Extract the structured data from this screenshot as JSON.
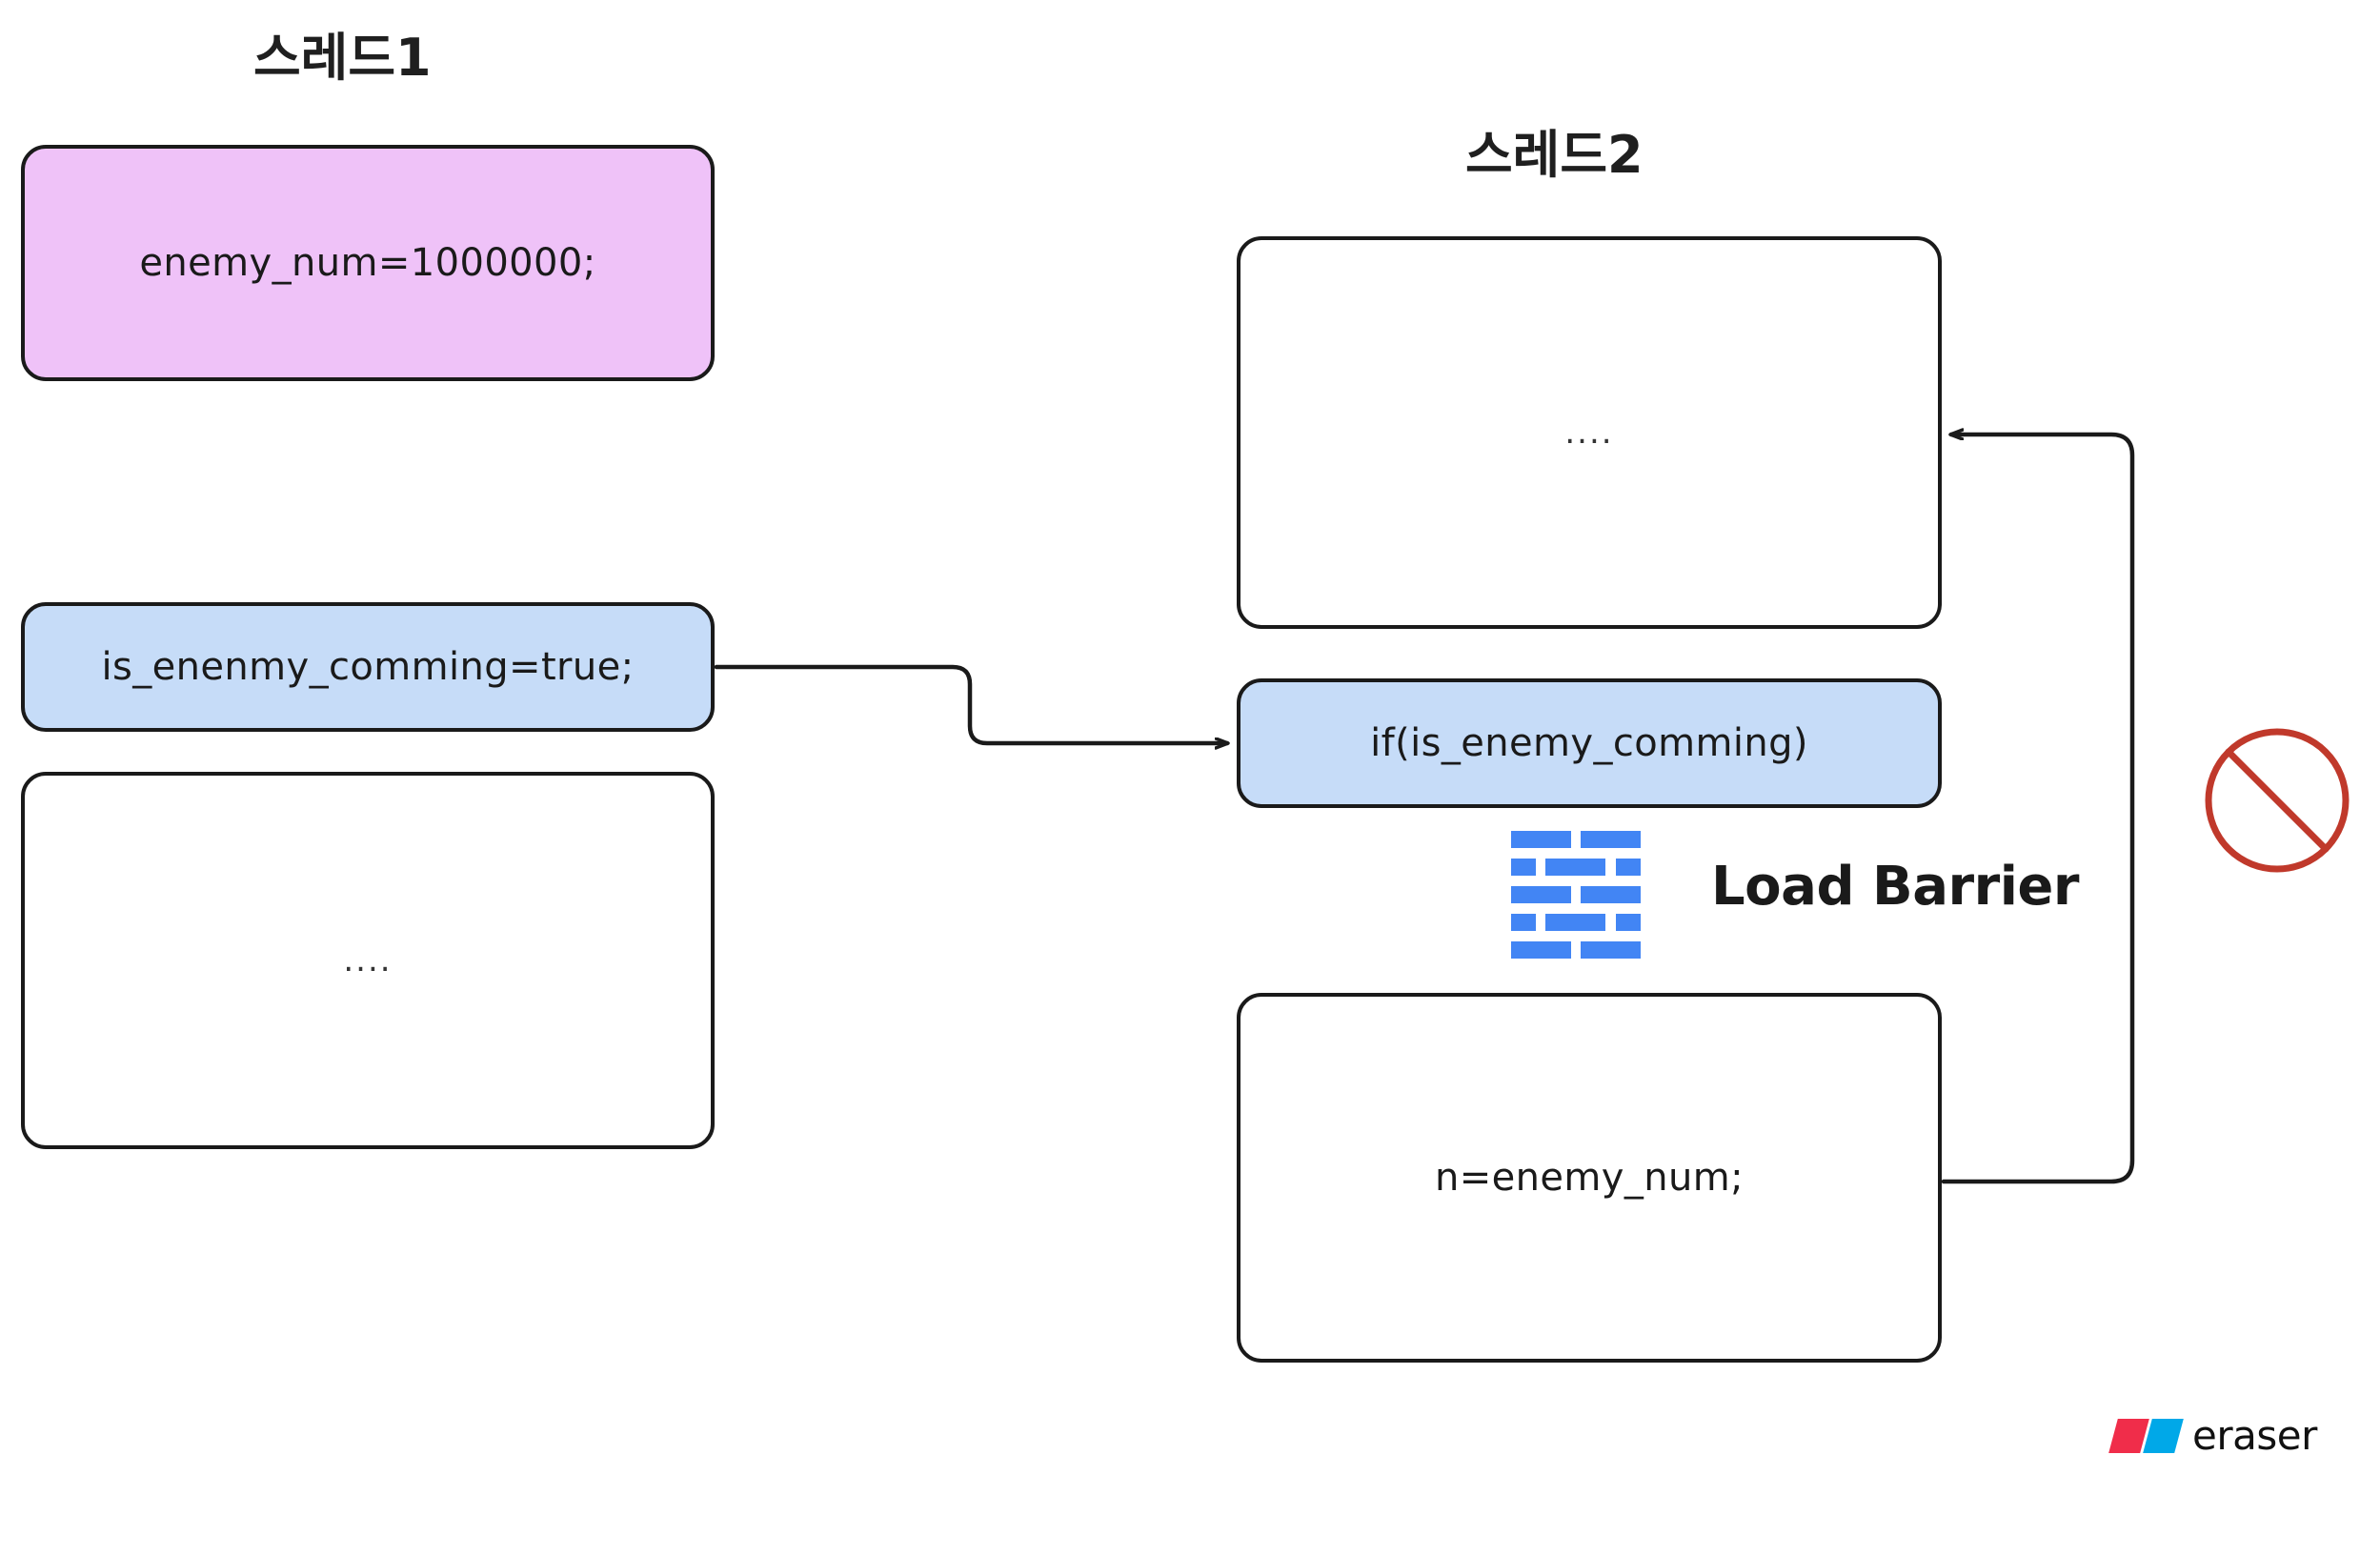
{
  "diagram": {
    "title_thread1": "스레드1",
    "title_thread2": "스레드2",
    "background_color": "#ffffff",
    "colors": {
      "store_box": "#efc2f8",
      "flag_box": "#c6dcf8",
      "barrier_blue": "#4285f4",
      "prohibition_red": "#c0392b",
      "stroke": "#1a1a1a"
    }
  },
  "thread1": {
    "title": "스레드1",
    "nodes": [
      {
        "id": "enemy-num",
        "label": "enemy_num=1000000;",
        "fill": "#efc2f8"
      },
      {
        "id": "is-enemy-comming",
        "label": "is_enenmy_comming=true;",
        "fill": "#c6dcf8"
      },
      {
        "id": "thread1-dots",
        "label": "....",
        "fill": "#ffffff"
      }
    ]
  },
  "thread2": {
    "title": "스레드2",
    "nodes": [
      {
        "id": "thread2-dots",
        "label": "....",
        "fill": "#ffffff"
      },
      {
        "id": "if-enemy",
        "label": "if(is_enemy_comming)",
        "fill": "#c6dcf8"
      },
      {
        "id": "n-enemy-num",
        "label": "n=enemy_num;",
        "fill": "#ffffff"
      }
    ]
  },
  "barrier": {
    "label": "Load Barrier",
    "icon": "brick-wall-icon",
    "color": "#4285f4"
  },
  "prohibition": {
    "icon": "prohibition-icon",
    "color": "#c0392b"
  },
  "watermark": {
    "text": "eraser",
    "mark_red": "#f02d4a",
    "mark_blue": "#00a8e8"
  }
}
